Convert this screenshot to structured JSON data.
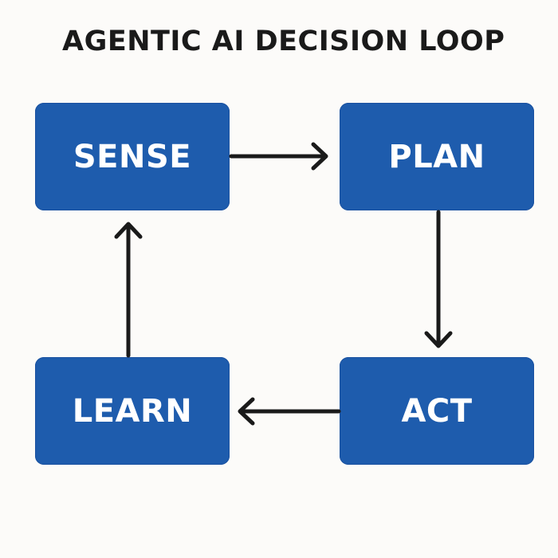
{
  "title": "AGENTIC AI DECISION LOOP",
  "colors": {
    "node_fill": "#1e5cad",
    "node_text": "#ffffff",
    "arrow": "#1a1a1a",
    "background": "#fcfbf9"
  },
  "nodes": {
    "sense": {
      "label": "SENSE"
    },
    "plan": {
      "label": "PLAN"
    },
    "act": {
      "label": "ACT"
    },
    "learn": {
      "label": "LEARN"
    }
  },
  "edges": [
    {
      "from": "SENSE",
      "to": "PLAN"
    },
    {
      "from": "PLAN",
      "to": "ACT"
    },
    {
      "from": "ACT",
      "to": "LEARN"
    },
    {
      "from": "LEARN",
      "to": "SENSE"
    }
  ]
}
